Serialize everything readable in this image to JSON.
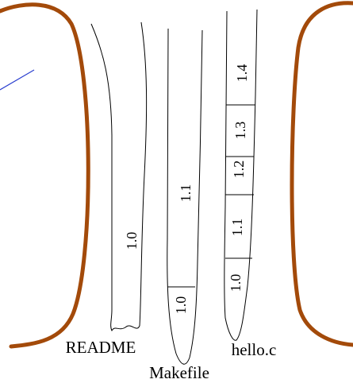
{
  "files": [
    {
      "name": "README",
      "revisions": [
        "1.0"
      ]
    },
    {
      "name": "Makefile",
      "revisions": [
        "1.0",
        "1.1"
      ]
    },
    {
      "name": "hello.c",
      "revisions": [
        "1.0",
        "1.1",
        "1.2",
        "1.3",
        "1.4"
      ]
    }
  ],
  "colors": {
    "bracket": "#a34a0a",
    "pointer": "#2b3fcf",
    "ink": "#000000"
  }
}
